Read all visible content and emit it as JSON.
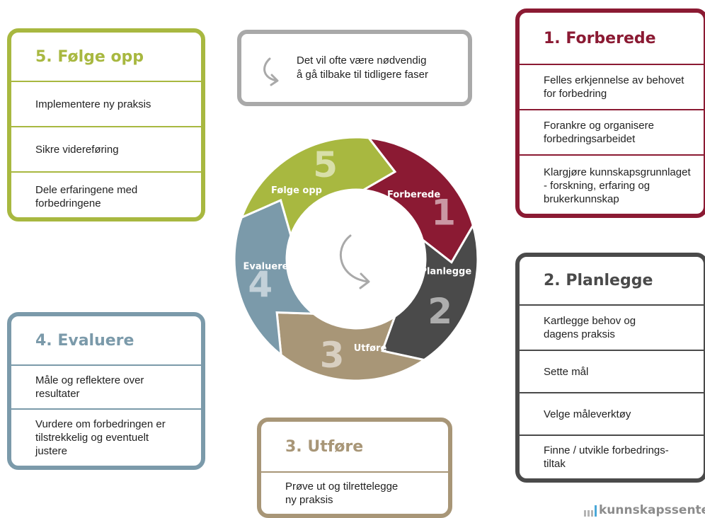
{
  "colors": {
    "forberede": "#8b1a33",
    "planlegge": "#4a4a4a",
    "utfore": "#a89677",
    "evaluere": "#7b9aaa",
    "folge_opp": "#a8b840",
    "note_border": "#a9a9a9",
    "logo": "#8c8c8c"
  },
  "note": {
    "icon": "return-arrow-icon",
    "line1": "Det vil ofte være nødvendig",
    "line2": "å gå tilbake til tidligere faser"
  },
  "cards": {
    "folge_opp": {
      "title": "5. Følge opp",
      "items": [
        [
          "Implementere ny praksis"
        ],
        [
          "Sikre videreføring"
        ],
        [
          "Dele erfaringene med",
          "forbedringene"
        ]
      ]
    },
    "forberede": {
      "title": "1. Forberede",
      "items": [
        [
          "Felles erkjennelse av behovet",
          "for forbedring"
        ],
        [
          "Forankre og organisere",
          "forbedringsarbeidet"
        ],
        [
          "Klargjøre kunnskapsgrunnlaget",
          "- forskning, erfaring og",
          "brukerkunnskap"
        ]
      ]
    },
    "planlegge": {
      "title": "2. Planlegge",
      "items": [
        [
          "Kartlegge behov og",
          "dagens praksis"
        ],
        [
          "Sette mål"
        ],
        [
          "Velge måleverktøy"
        ],
        [
          "Finne / utvikle forbedrings-",
          "tiltak"
        ]
      ]
    },
    "evaluere": {
      "title": "4. Evaluere",
      "items": [
        [
          "Måle og reflektere over",
          "resultater"
        ],
        [
          "Vurdere om forbedringen er",
          "tilstrekkelig og eventuelt",
          "justere"
        ]
      ]
    },
    "utfore": {
      "title": "3. Utføre",
      "items": [
        [
          "Prøve ut  og tilrettelegge",
          "ny praksis"
        ]
      ]
    }
  },
  "cycle": {
    "center_icon": "cycle-arrow-icon",
    "segments": [
      {
        "key": "forberede",
        "label": "Forberede",
        "number": "1"
      },
      {
        "key": "planlegge",
        "label": "Planlegge",
        "number": "2"
      },
      {
        "key": "utfore",
        "label": "Utføre",
        "number": "3"
      },
      {
        "key": "evaluere",
        "label": "Evaluere",
        "number": "4"
      },
      {
        "key": "folge_opp",
        "label": "Følge opp",
        "number": "5"
      }
    ]
  },
  "logo": {
    "text": "kunnskapssentere",
    "icon": "bar-logo-icon"
  }
}
